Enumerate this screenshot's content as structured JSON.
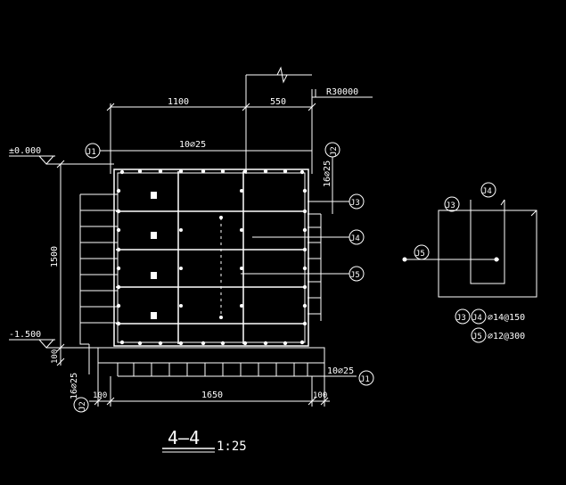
{
  "colors": {
    "background": "#000000",
    "line": "#ffffff"
  },
  "section": {
    "title": "4—4",
    "scale": "1:25"
  },
  "dimensions": {
    "top_left": "1100",
    "top_right": "550",
    "radius": "R30000",
    "height": "1500",
    "bottom_thickness": "100",
    "bottom_left": "100",
    "bottom_mid": "1650",
    "bottom_right": "100"
  },
  "elevations": {
    "top": "±0.000",
    "bottom": "-1.500"
  },
  "rebar": {
    "top": "10⌀25",
    "bottom": "10⌀25",
    "right_side": "16⌀25",
    "left_side": "16⌀25"
  },
  "tags": {
    "j1": "J1",
    "j2": "J2",
    "j3": "J3",
    "j4": "J4",
    "j5": "J5"
  },
  "legend": {
    "j3j4_spec": "⌀14@150",
    "j5_spec": "⌀12@300"
  }
}
